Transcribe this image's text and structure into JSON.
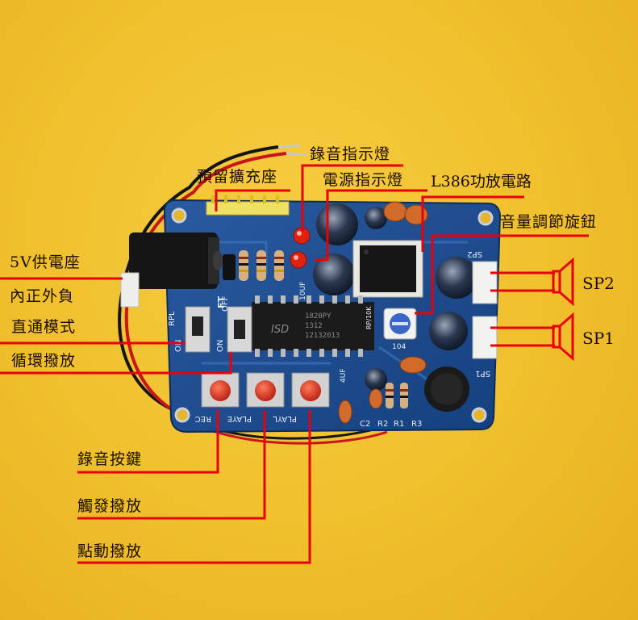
{
  "labels": {
    "reserved_expansion": "預留擴充座",
    "record_indicator": "錄音指示燈",
    "power_indicator": "電源指示燈",
    "amp_circuit": "L386功放電路",
    "volume_knob": "音量調節旋鈕",
    "power_jack": "5V供電座",
    "polarity": "內正外負",
    "direct_mode": "直通模式",
    "loop_playback": "循環撥放",
    "sp2": "SP2",
    "sp1": "SP1",
    "record_button": "錄音按鍵",
    "trigger_play": "觸發撥放",
    "jog_play": "點動撥放"
  },
  "board_markings": {
    "chip_brand": "ISD",
    "chip_model": "1820PY",
    "chip_code1": "1312",
    "chip_code2": "12132013",
    "sw1": "RPL",
    "sw1_on": "ON",
    "sw2": "FT",
    "sw2_on": "ON",
    "sw2_off": "OFF",
    "btn1": "REC",
    "btn2": "PLAYE",
    "btn3": "PLAYL",
    "r1": "R1",
    "r2": "R2",
    "r3": "R3",
    "c2": "C2",
    "sp1_port": "SP1",
    "sp2_port": "SP2",
    "trim": "104",
    "cap": "4UF",
    "cap2": "10UF",
    "r_marking": "RP/10K"
  },
  "colors": {
    "background": "#f2c232",
    "pcb": "#1a4a8c",
    "leader_line": "#e8000a",
    "text": "#1a0c00"
  }
}
